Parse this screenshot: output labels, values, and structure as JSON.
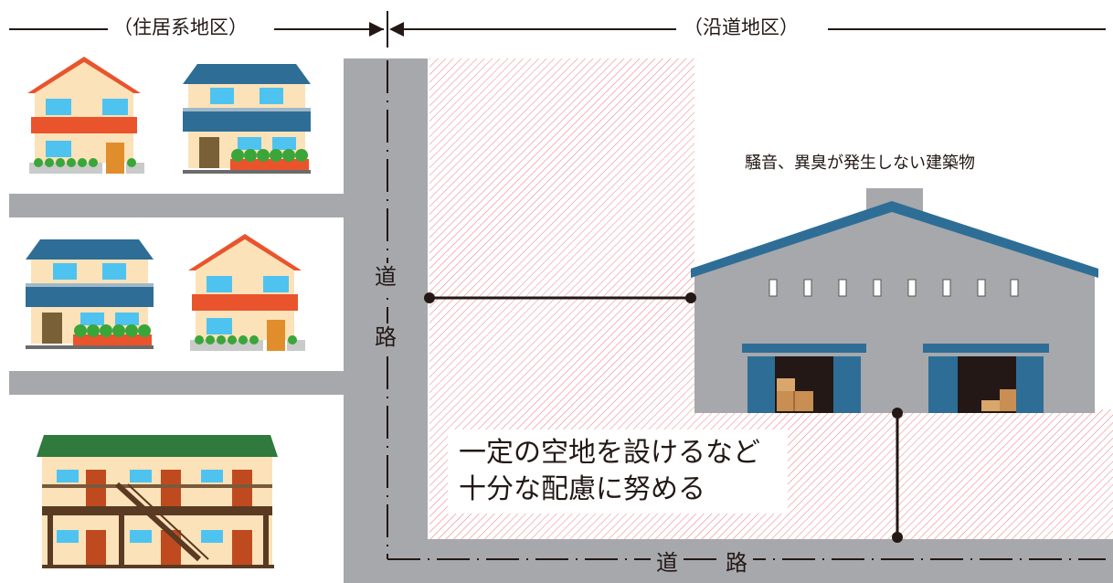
{
  "labels": {
    "residential_zone": "（住居系地区）",
    "roadside_zone": "（沿道地区）",
    "building": "騒音、異臭が発生しない建築物",
    "road_vertical_1": "道",
    "road_vertical_2": "路",
    "road_horizontal_1": "道",
    "road_horizontal_2": "路",
    "note_line1": "一定の空地を設けるなど",
    "note_line2": "十分な配慮に努める"
  },
  "colors": {
    "road": "#a7a8ac",
    "hatch": "#e7383f",
    "warehouse_wall": "#a7a8ac",
    "warehouse_roof": "#2e6e96",
    "house_orange_roof": "#e9542d",
    "house_blue_roof": "#2e6e96",
    "apartment_roof": "#2f7a3c"
  },
  "icons": [
    "house-icon",
    "apartment-icon",
    "warehouse-icon",
    "cardboard-box-icon"
  ]
}
